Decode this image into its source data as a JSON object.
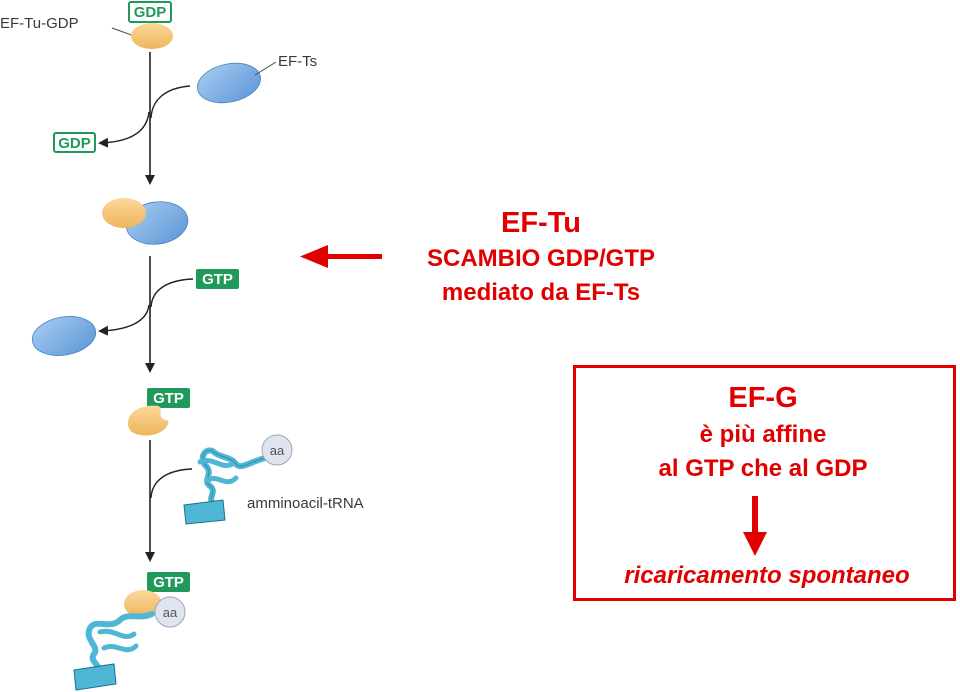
{
  "diagram": {
    "ef_tu_gdp_label": "EF-Tu-GDP",
    "ef_ts_label": "EF-Ts",
    "gdp_tag": "GDP",
    "gtp_tag": "GTP",
    "aa_label": "aa",
    "aminoacyl_trna_label": "amminoacil-tRNA"
  },
  "ef_tu_panel": {
    "title": "EF-Tu",
    "line1": "SCAMBIO GDP/GTP",
    "line2": "mediato da EF-Ts"
  },
  "ef_g_panel": {
    "title": "EF-G",
    "line1": "è più affine",
    "line2": "al GTP che al GDP",
    "result": "ricaricamento spontaneo"
  },
  "colors": {
    "accent_red": "#e00000",
    "ef_tu_orange": "#f5c57a",
    "ef_ts_blue": "#6fa6df",
    "gtp_green": "#1f9a5b",
    "trna_cyan": "#4fb7d6"
  }
}
